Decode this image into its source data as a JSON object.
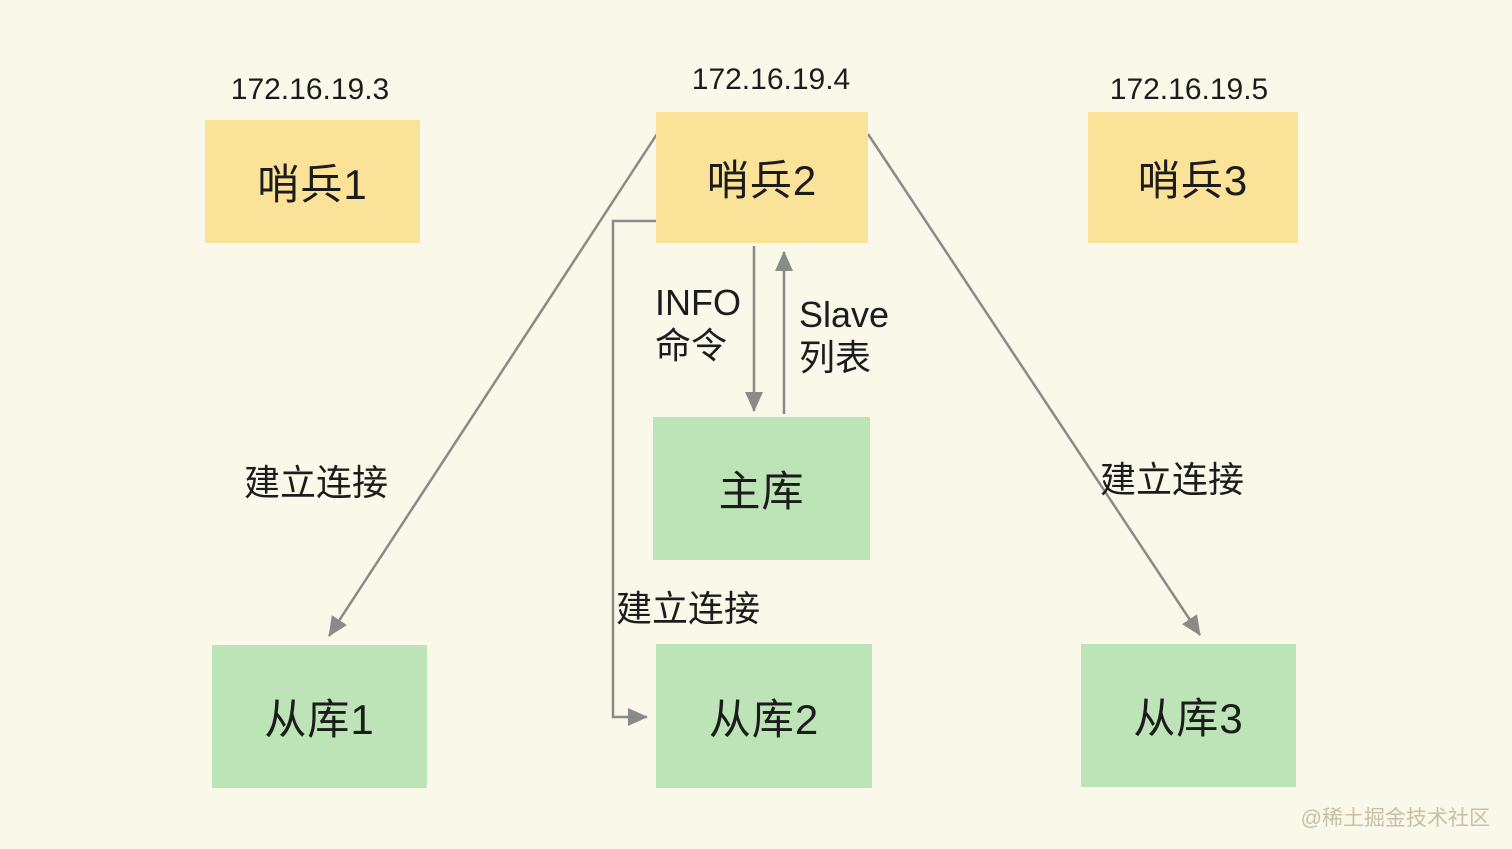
{
  "theme": {
    "background": "#faf8e8",
    "sentinel_fill": "#fae298",
    "db_fill": "#bce4b6",
    "arrow_color": "#8a8a86",
    "text_color": "#1c1c1c",
    "watermark_color": "#c8bfa8"
  },
  "nodes": {
    "sentinel1": {
      "label": "哨兵1",
      "ip": "172.16.19.3"
    },
    "sentinel2": {
      "label": "哨兵2",
      "ip": "172.16.19.4"
    },
    "sentinel3": {
      "label": "哨兵3",
      "ip": "172.16.19.5"
    },
    "master": {
      "label": "主库"
    },
    "slave1": {
      "label": "从库1"
    },
    "slave2": {
      "label": "从库2"
    },
    "slave3": {
      "label": "从库3"
    }
  },
  "edges": {
    "sentinel2_to_slave1": {
      "label": "建立连接"
    },
    "sentinel2_to_slave2": {
      "label": "建立连接"
    },
    "sentinel2_to_slave3": {
      "label": "建立连接"
    },
    "sentinel2_to_master": {
      "line1": "INFO",
      "line2": "命令"
    },
    "master_to_sentinel2": {
      "line1": "Slave",
      "line2": "列表"
    }
  },
  "watermark": "@稀土掘金技术社区"
}
